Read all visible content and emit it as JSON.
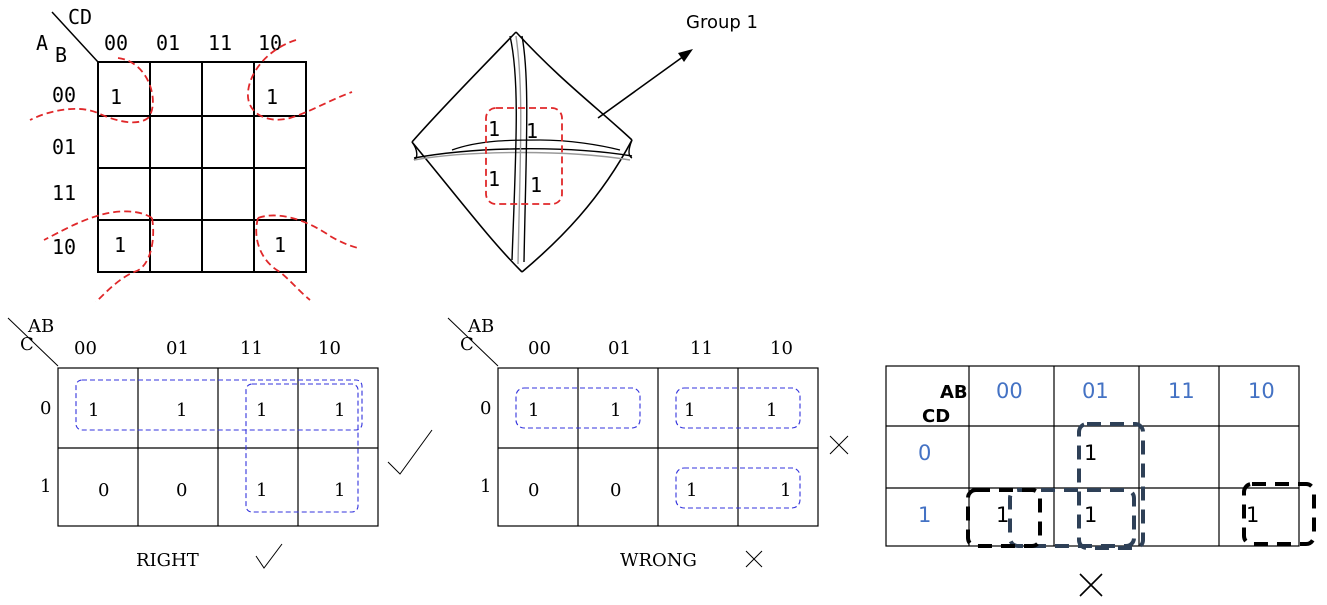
{
  "kmap1": {
    "corner_top": "CD",
    "corner_a": "A",
    "corner_b": "B",
    "cols": [
      "00",
      "01",
      "11",
      "10"
    ],
    "rows": [
      "00",
      "01",
      "11",
      "10"
    ],
    "one": "1"
  },
  "torus": {
    "group_label": "Group 1",
    "one": "1"
  },
  "kmap_right": {
    "corner_top": "AB",
    "corner_side": "C",
    "cols": [
      "00",
      "01",
      "11",
      "10"
    ],
    "rows": [
      "0",
      "1"
    ],
    "cells": [
      [
        "1",
        "1",
        "1",
        "1"
      ],
      [
        "0",
        "0",
        "1",
        "1"
      ]
    ],
    "caption": "RIGHT"
  },
  "kmap_wrong": {
    "corner_top": "AB",
    "corner_side": "C",
    "cols": [
      "00",
      "01",
      "11",
      "10"
    ],
    "rows": [
      "0",
      "1"
    ],
    "cells": [
      [
        "1",
        "1",
        "1",
        "1"
      ],
      [
        "0",
        "0",
        "1",
        "1"
      ]
    ],
    "caption": "WRONG"
  },
  "kmap3": {
    "corner_top": "AB",
    "corner_side": "CD",
    "cols": [
      "00",
      "01",
      "11",
      "10"
    ],
    "rows": [
      "0",
      "1"
    ],
    "cells": [
      [
        "",
        "1",
        "",
        ""
      ],
      [
        "1",
        "1",
        "",
        "1"
      ]
    ],
    "header_color": "#4472c4"
  },
  "colors": {
    "group_red": "#e0282a",
    "group_blue": "#3333dd",
    "group_black": "#000000",
    "group_navy": "#2e4057"
  }
}
